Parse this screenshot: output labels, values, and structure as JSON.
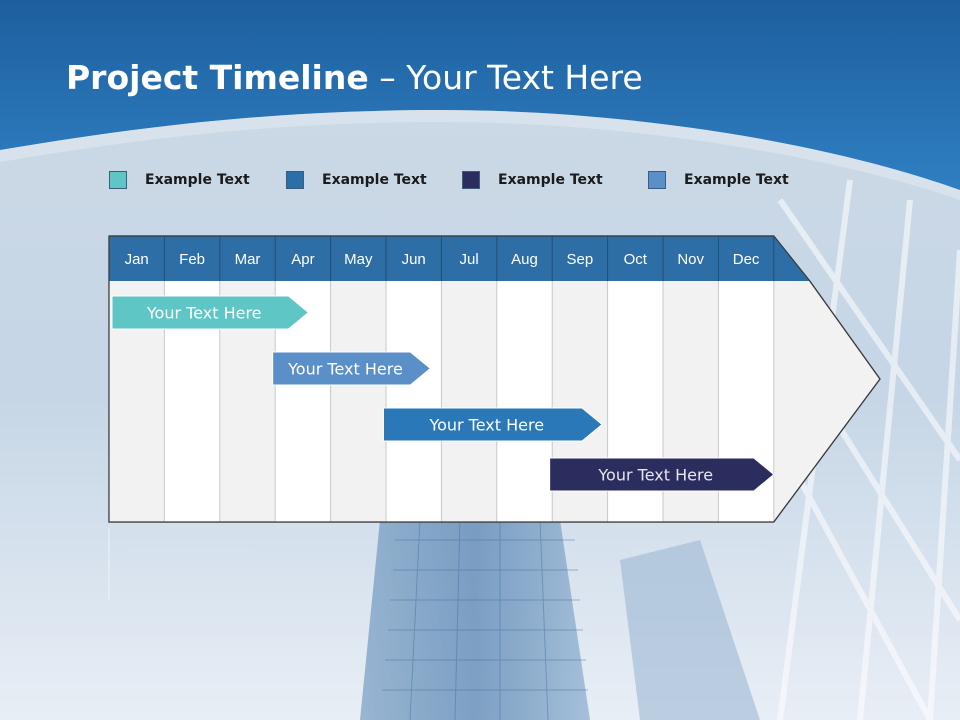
{
  "title": {
    "strong": "Project Timeline",
    "rest": " – Your Text Here"
  },
  "legend": [
    {
      "label": "Example Text",
      "color": "#5ec6c4"
    },
    {
      "label": "Example Text",
      "color": "#2a6fa8"
    },
    {
      "label": "Example Text",
      "color": "#2b2d5e"
    },
    {
      "label": "Example Text",
      "color": "#5b8fc8"
    }
  ],
  "months": [
    "Jan",
    "Feb",
    "Mar",
    "Apr",
    "May",
    "Jun",
    "Jul",
    "Aug",
    "Sep",
    "Oct",
    "Nov",
    "Dec"
  ],
  "tasks": [
    {
      "label": "Your  Text Here",
      "start": 0,
      "end": 3.6,
      "color": "#5ec6c4"
    },
    {
      "label": "Your  Text Here",
      "start": 2.9,
      "end": 5.8,
      "color": "#5b8fc8"
    },
    {
      "label": "Your  Text Here",
      "start": 4.9,
      "end": 8.9,
      "color": "#2a78b8"
    },
    {
      "label": "Your  Text Here",
      "start": 7.9,
      "end": 12.0,
      "color": "#2b2d5e"
    }
  ],
  "colors": {
    "header": "#2e6ea6",
    "sky_top": "#2f7bbd",
    "sky_band": "#1f65a6"
  }
}
